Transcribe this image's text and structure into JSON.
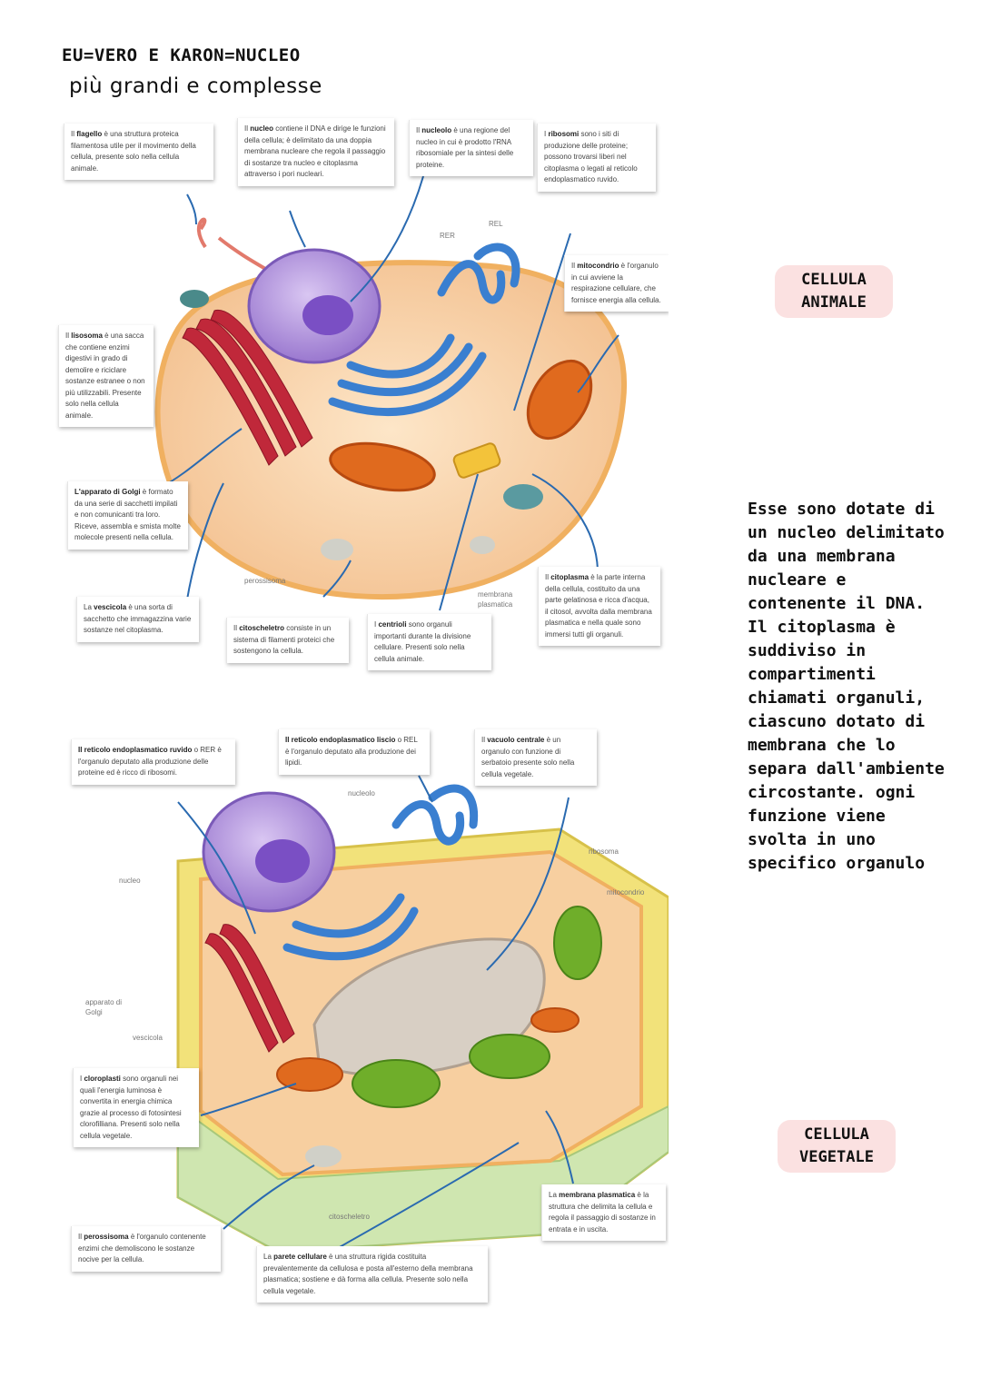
{
  "headings": {
    "line1": "EU=VERO E KARON=NUCLEO",
    "line2": "più grandi e complesse"
  },
  "badges": {
    "animal": [
      "CELLULA",
      "ANIMALE"
    ],
    "plant": [
      "CELLULA",
      "VEGETALE"
    ]
  },
  "side_text": "Esse sono dotate di un nucleo delimitato da una membrana nucleare e contenente il DNA. Il citoplasma è suddiviso in compartimenti chiamati organuli, ciascuno dotato di membrana che lo separa dall'ambiente circostante. ogni funzione viene svolta in uno specifico organulo",
  "animal_cell": {
    "notes": {
      "flagello": {
        "term": "flagello",
        "pre": "Il ",
        "post": " è una struttura proteica filamentosa utile per il movimento della cellula, presente solo nella cellula animale."
      },
      "nucleo": {
        "term": "nucleo",
        "pre": "Il ",
        "post": " contiene il DNA e dirige le funzioni della cellula; è delimitato da una doppia membrana nucleare che regola il passaggio di sostanze tra nucleo e citoplasma attraverso i pori nucleari."
      },
      "nucleolo": {
        "term": "nucleolo",
        "pre": "Il ",
        "post": " è una regione del nucleo in cui è prodotto l'RNA ribosomiale per la sintesi delle proteine."
      },
      "ribosomi": {
        "term": "ribosomi",
        "pre": "I ",
        "post": " sono i siti di produzione delle proteine; possono trovarsi liberi nel citoplasma o legati al reticolo endoplasmatico ruvido."
      },
      "mitocondrio": {
        "term": "mitocondrio",
        "pre": "Il ",
        "post": " è l'organulo in cui avviene la respirazione cellulare, che fornisce energia alla cellula."
      },
      "lisosoma": {
        "term": "lisosoma",
        "pre": "Il ",
        "post": " è una sacca che contiene enzimi digestivi in grado di demolire e riciclare sostanze estranee o non più utilizzabili. Presente solo nella cellula animale."
      },
      "golgi": {
        "term": "L'apparato di Golgi",
        "pre": "",
        "post": " è formato da una serie di sacchetti impilati e non comunicanti tra loro. Riceve, assembla e smista molte molecole presenti nella cellula."
      },
      "vescicola": {
        "term": "vescicola",
        "pre": "La ",
        "post": " è una sorta di sacchetto che immagazzina varie sostanze nel citoplasma."
      },
      "citoscheletro": {
        "term": "citoscheletro",
        "pre": "Il ",
        "post": " consiste in un sistema di filamenti proteici che sostengono la cellula."
      },
      "centrioli": {
        "term": "centrioli",
        "pre": "I ",
        "post": " sono organuli importanti durante la divisione cellulare. Presenti solo nella cellula animale."
      },
      "citoplasma": {
        "term": "citoplasma",
        "pre": "Il ",
        "post": " è la parte interna della cellula, costituito da una parte gelatinosa e ricca d'acqua, il citosol, avvolta dalla membrana plasmatica e nella quale sono immersi tutti gli organuli."
      }
    },
    "labels": {
      "rer": "RER",
      "rel": "REL",
      "perossisoma": "perossisoma",
      "membrana": "membrana plasmatica"
    }
  },
  "plant_cell": {
    "notes": {
      "rer": {
        "term": "Il reticolo endoplasmatico ruvido",
        "pre": "",
        "post": " o RER è l'organulo deputato alla produzione delle proteine ed è ricco di ribosomi."
      },
      "rel": {
        "term": "Il reticolo endoplasmatico liscio",
        "pre": "",
        "post": " o REL è l'organulo deputato alla produzione dei lipidi."
      },
      "vacuolo": {
        "term": "vacuolo centrale",
        "pre": "Il ",
        "post": " è un organulo con funzione di serbatoio presente solo nella cellula vegetale."
      },
      "cloroplasti": {
        "term": "cloroplasti",
        "pre": "I ",
        "post": " sono organuli nei quali l'energia luminosa è convertita in energia chimica grazie al processo di fotosintesi clorofilliana. Presenti solo nella cellula vegetale."
      },
      "perossisoma": {
        "term": "perossisoma",
        "pre": "Il ",
        "post": " è l'organulo contenente enzimi che demoliscono le sostanze nocive per la cellula."
      },
      "parete": {
        "term": "parete cellulare",
        "pre": "La ",
        "post": " è una struttura rigida costituita prevalentemente da cellulosa e posta all'esterno della membrana plasmatica; sostiene e dà forma alla cellula. Presente solo nella cellula vegetale."
      },
      "membrana": {
        "term": "membrana plasmatica",
        "pre": "La ",
        "post": " è la struttura che delimita la cellula e regola il passaggio di sostanze in entrata e in uscita."
      }
    },
    "labels": {
      "nucleolo": "nucleolo",
      "nucleo": "nucleo",
      "ribosoma": "ribosoma",
      "mitocondrio": "mitocondrio",
      "golgi": "apparato di Golgi",
      "vescicola": "vescicola",
      "citoscheletro": "citoscheletro"
    }
  },
  "colors": {
    "badge_bg": "#fbe1e1",
    "nucleus": "#a98bd8",
    "reticulum": "#3a7fd0",
    "golgi": "#c0283a",
    "mitochondrion": "#e06a1e",
    "chloroplast": "#6fae2a",
    "cell_wall": "#f2e27a",
    "cytoplasm": "#f7cfa0"
  }
}
